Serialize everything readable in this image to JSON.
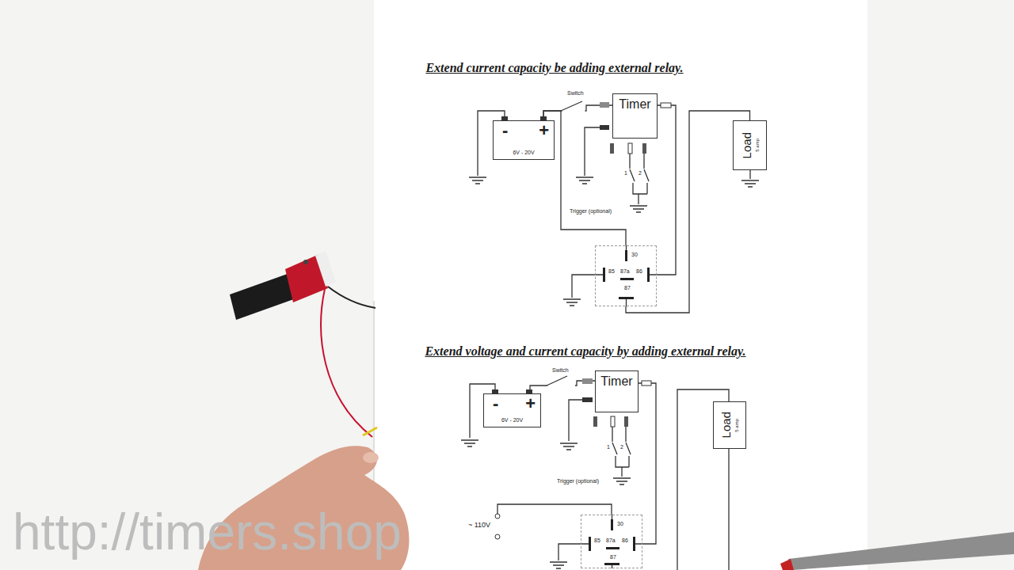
{
  "diagram": {
    "title": "Extend current capacity be adding external relay.",
    "nodes": [
      {
        "text": [
          "-",
          "+",
          "6V - 20V"
        ]
      },
      {
        "text": [
          "Timer"
        ]
      },
      {
        "text": [
          "Load",
          "5 amp"
        ]
      },
      {
        "text": [
          "30",
          "85",
          "87a",
          "86",
          "87"
        ]
      },
      {
        "text": [
          "-",
          "+",
          "6V - 20V"
        ]
      },
      {
        "text": [
          "Timer"
        ]
      },
      {
        "text": [
          "Load",
          "5 amp"
        ]
      },
      {
        "text": [
          "30",
          "85",
          "87a",
          "86",
          "87"
        ]
      }
    ],
    "edges": [
      {
        "from": 0,
        "to": 1,
        "arrow": "none"
      },
      {
        "from": 0,
        "to": 3,
        "arrow": "none"
      },
      {
        "from": 1,
        "to": 3,
        "arrow": "none"
      },
      {
        "from": 3,
        "to": 2,
        "arrow": "none"
      },
      {
        "from": 4,
        "to": 5,
        "arrow": "none"
      },
      {
        "from": 5,
        "to": 7,
        "arrow": "none"
      }
    ],
    "labels": [
      "Extend voltage and current capacity by adding external relay.",
      "Switch",
      "1",
      "2",
      "Trigger (optional)",
      "Switch",
      "1",
      "2",
      "Trigger (optional)",
      "~ 110V",
      "http://timers.shop"
    ]
  }
}
